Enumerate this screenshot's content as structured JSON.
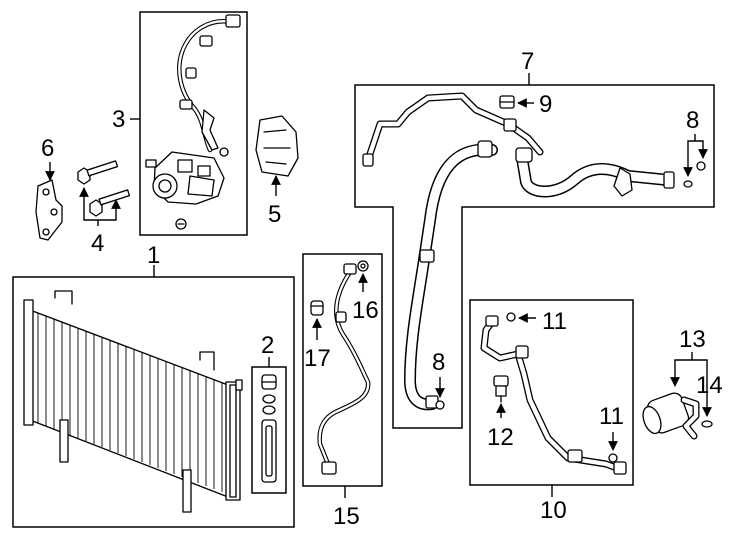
{
  "diagram": {
    "callouts": {
      "c1": "1",
      "c2": "2",
      "c3": "3",
      "c4": "4",
      "c5": "5",
      "c6": "6",
      "c7": "7",
      "c8a": "8",
      "c8b": "8",
      "c9": "9",
      "c10": "10",
      "c11a": "11",
      "c11b": "11",
      "c12": "12",
      "c13": "13",
      "c14": "14",
      "c15": "15",
      "c16": "16",
      "c17": "17"
    },
    "line_color": "#000000",
    "background_color": "#ffffff"
  }
}
